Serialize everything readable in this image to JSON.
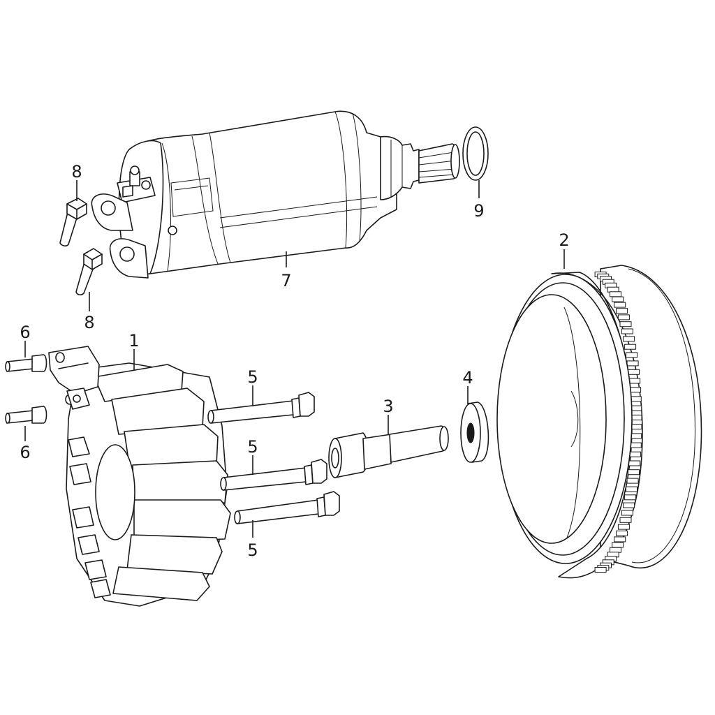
{
  "diagram": {
    "background": "#ffffff",
    "line_color": "#1a1a1a",
    "callouts": [
      {
        "id": "c1",
        "label": "1"
      },
      {
        "id": "c2",
        "label": "2"
      },
      {
        "id": "c3",
        "label": "3"
      },
      {
        "id": "c4",
        "label": "4"
      },
      {
        "id": "c5a",
        "label": "5"
      },
      {
        "id": "c5b",
        "label": "5"
      },
      {
        "id": "c5c",
        "label": "5"
      },
      {
        "id": "c6a",
        "label": "6"
      },
      {
        "id": "c6b",
        "label": "6"
      },
      {
        "id": "c7",
        "label": "7"
      },
      {
        "id": "c8a",
        "label": "8"
      },
      {
        "id": "c8b",
        "label": "8"
      },
      {
        "id": "c9",
        "label": "9"
      }
    ]
  }
}
